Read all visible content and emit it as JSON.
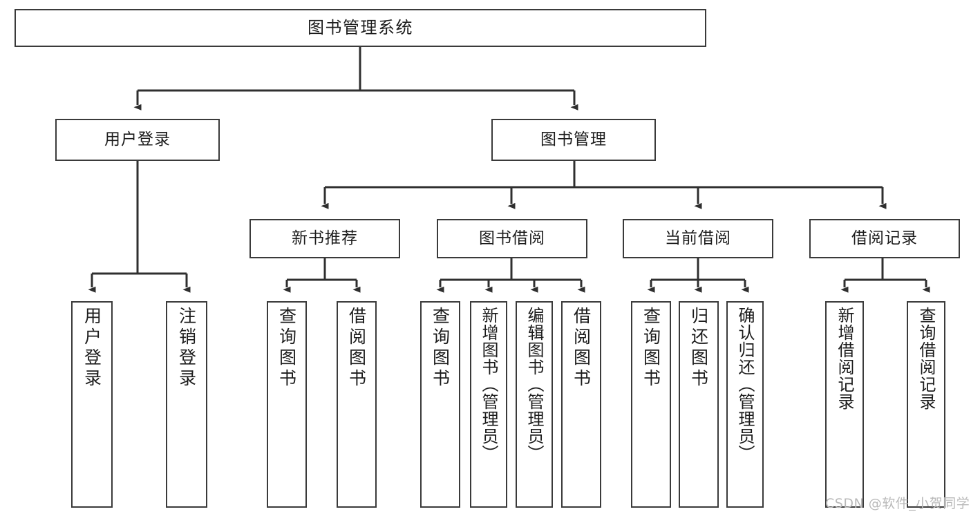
{
  "diagram": {
    "title": "图书管理系统",
    "type": "tree",
    "watermark": "CSDN @软件_小贺同学",
    "colors": {
      "box_border": "#3a3a3a",
      "box_fill": "#ffffff",
      "connector": "#2f2f2f",
      "text": "#1c1c1c",
      "watermark": "#b9b9b9",
      "background": "#ffffff"
    },
    "nodes": {
      "root": {
        "label": "图书管理系统"
      },
      "level2": [
        {
          "id": "user-login",
          "label": "用户登录"
        },
        {
          "id": "book-manage",
          "label": "图书管理"
        }
      ],
      "level3": [
        {
          "id": "new-book-recommend",
          "label": "新书推荐"
        },
        {
          "id": "book-borrow",
          "label": "图书借阅"
        },
        {
          "id": "current-borrow",
          "label": "当前借阅"
        },
        {
          "id": "borrow-record",
          "label": "借阅记录"
        }
      ],
      "leaves": {
        "user_login": [
          {
            "id": "leaf-user-login",
            "label": "用户登录"
          },
          {
            "id": "leaf-logout-login",
            "label": "注销登录"
          }
        ],
        "new_book_recommend": [
          {
            "id": "leaf-query-book-1",
            "label": "查询图书"
          },
          {
            "id": "leaf-borrow-book-1",
            "label": "借阅图书"
          }
        ],
        "book_borrow": [
          {
            "id": "leaf-query-book-2",
            "label": "查询图书"
          },
          {
            "id": "leaf-add-book",
            "label": "新增图书（管理员）"
          },
          {
            "id": "leaf-edit-book",
            "label": "编辑图书（管理员）"
          },
          {
            "id": "leaf-borrow-book-2",
            "label": "借阅图书"
          }
        ],
        "current_borrow": [
          {
            "id": "leaf-query-book-3",
            "label": "查询图书"
          },
          {
            "id": "leaf-return-book",
            "label": "归还图书"
          },
          {
            "id": "leaf-confirm-return",
            "label": "确认归还（管理员）"
          }
        ],
        "borrow_record": [
          {
            "id": "leaf-add-record",
            "label": "新增借阅记录"
          },
          {
            "id": "leaf-query-record",
            "label": "查询借阅记录"
          }
        ]
      }
    }
  }
}
